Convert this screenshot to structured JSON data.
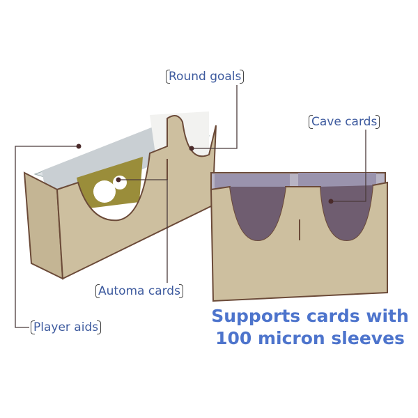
{
  "labels": {
    "round_goals": "Round goals",
    "cave_cards": "Cave cards",
    "automa_cards": "Automa cards",
    "player_aids": "Player aids"
  },
  "headline": {
    "line1": "Supports cards with",
    "line2": "100 micron sleeves"
  },
  "colors": {
    "label_text": "#3d5a9e",
    "headline_text": "#4d74cc",
    "wood": "#cbbd9f",
    "leader_line": "#4a3a3a"
  }
}
